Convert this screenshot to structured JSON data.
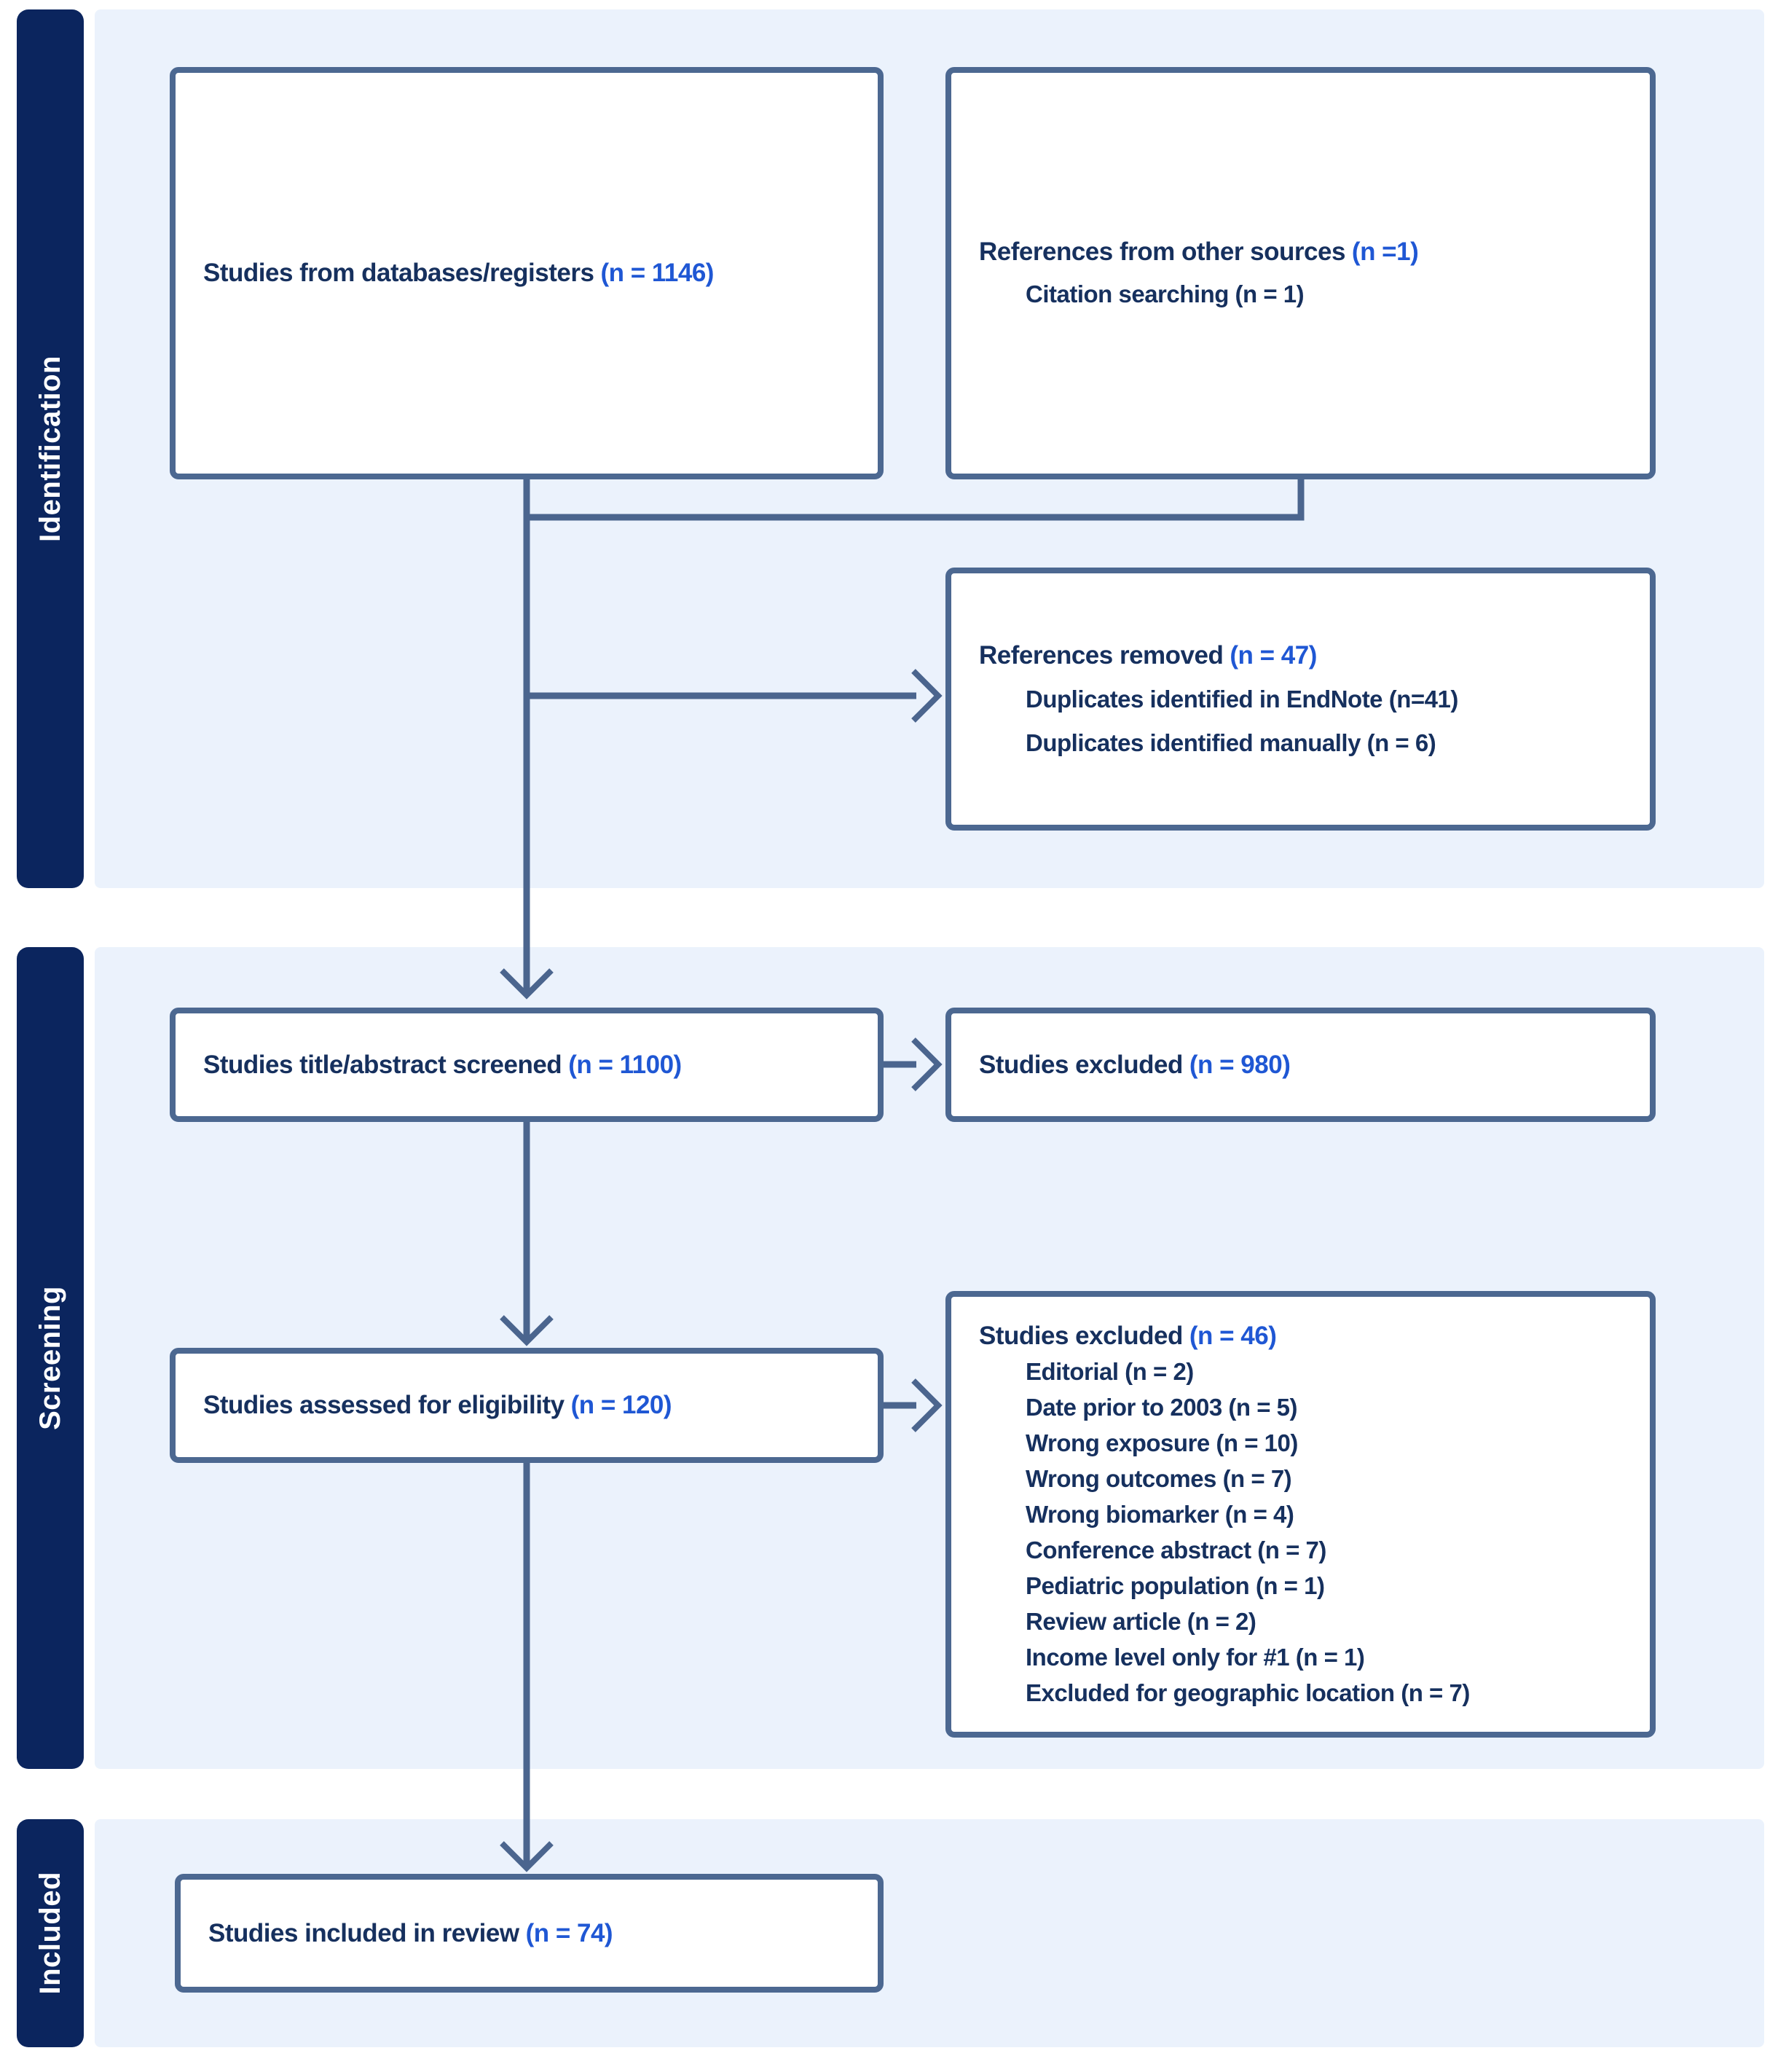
{
  "palette": {
    "sidebar_navy": "#0b255e",
    "band_blue": "#ebf2fc",
    "box_border_steel": "#4c6891",
    "arrow_steel": "#4b658e",
    "label_navy": "#16305e",
    "count_blue": "#1f57d4"
  },
  "sidebar": {
    "identification": "Identification",
    "screening": "Screening",
    "included": "Included"
  },
  "boxes": {
    "databases": {
      "label": "Studies from databases/registers",
      "count": "(n = 1146)"
    },
    "other_sources": {
      "label": "References from other sources",
      "count": "(n =1)",
      "sub": "Citation searching (n = 1)"
    },
    "removed": {
      "label": "References removed",
      "count": "(n = 47)",
      "items": [
        "Duplicates identified in EndNote (n=41)",
        "Duplicates identified manually (n = 6)"
      ]
    },
    "screened": {
      "label": "Studies title/abstract screened",
      "count": "(n = 1100)"
    },
    "excluded_screening": {
      "label": "Studies excluded",
      "count": "(n = 980)"
    },
    "assessed": {
      "label": "Studies assessed for eligibility",
      "count": "(n = 120)"
    },
    "excluded_eligibility": {
      "label": "Studies excluded",
      "count": "(n = 46)",
      "items": [
        "Editorial (n = 2)",
        "Date prior to 2003 (n = 5)",
        "Wrong exposure (n = 10)",
        "Wrong outcomes (n = 7)",
        "Wrong biomarker (n = 4)",
        "Conference abstract (n = 7)",
        "Pediatric population (n = 1)",
        "Review article (n = 2)",
        "Income level only for #1 (n = 1)",
        "Excluded for geographic location (n = 7)"
      ]
    },
    "included_review": {
      "label": "Studies included in review",
      "count": "(n = 74)"
    }
  }
}
